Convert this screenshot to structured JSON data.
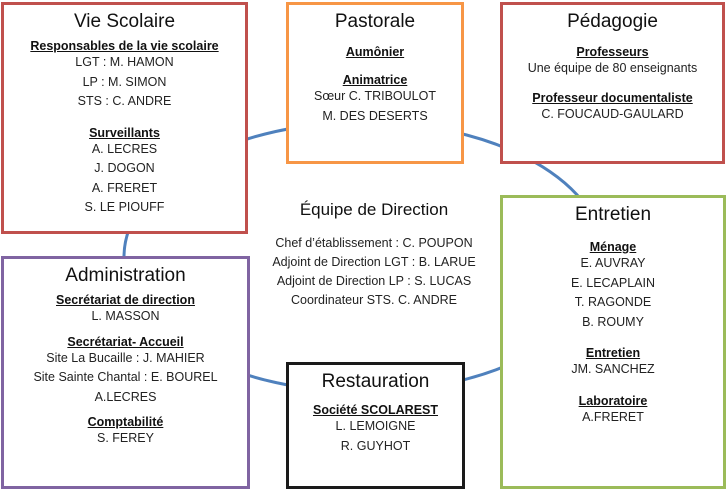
{
  "colors": {
    "ring": "#4f81bd",
    "vie_scolaire": "#c0504d",
    "pastorale": "#f79646",
    "pedagogie": "#c0504d",
    "administration": "#8064a2",
    "restauration": "#1a1a1a",
    "entretien": "#9bbb59"
  },
  "vie_scolaire": {
    "title": "Vie Scolaire",
    "section1": "Responsables de la vie scolaire",
    "lines1": [
      "LGT : M. HAMON",
      "LP : M. SIMON",
      "STS : C. ANDRE"
    ],
    "section2": "Surveillants",
    "lines2": [
      "A. LECRES",
      "J. DOGON",
      "A. FRERET",
      "S. LE PIOUFF"
    ]
  },
  "pastorale": {
    "title": "Pastorale",
    "section1": "Aumônier",
    "section2": "Animatrice",
    "lines2": [
      "Sœur C. TRIBOULOT",
      "M. DES DESERTS"
    ]
  },
  "pedagogie": {
    "title": "Pédagogie",
    "section1": "Professeurs",
    "lines1": [
      "Une équipe de 80 enseignants"
    ],
    "section2": "Professeur documentaliste",
    "lines2": [
      "C. FOUCAUD-GAULARD"
    ]
  },
  "direction": {
    "title": "Équipe de Direction",
    "lines": [
      "Chef d’établissement : C. POUPON",
      "Adjoint de Direction LGT : B. LARUE",
      "Adjoint de Direction LP : S. LUCAS",
      "Coordinateur STS. C. ANDRE"
    ]
  },
  "administration": {
    "title": "Administration",
    "section1": "Secrétariat de direction",
    "lines1": [
      "L. MASSON"
    ],
    "section2": "Secrétariat- Accueil",
    "lines2": [
      "Site La Bucaille : J. MAHIER",
      "Site Sainte Chantal : E. BOUREL",
      "A.LECRES"
    ],
    "section3": "Comptabilité",
    "lines3": [
      "S. FEREY"
    ]
  },
  "restauration": {
    "title": "Restauration",
    "section1": "Société SCOLAREST",
    "lines1": [
      "L. LEMOIGNE",
      "R. GUYHOT"
    ]
  },
  "entretien": {
    "title": "Entretien",
    "section1": "Ménage",
    "lines1": [
      "E. AUVRAY",
      "E. LECAPLAIN",
      "T. RAGONDE",
      "B. ROUMY"
    ],
    "section2": "Entretien",
    "lines2": [
      "JM. SANCHEZ"
    ],
    "section3": "Laboratoire",
    "lines3": [
      "A.FRERET"
    ]
  }
}
